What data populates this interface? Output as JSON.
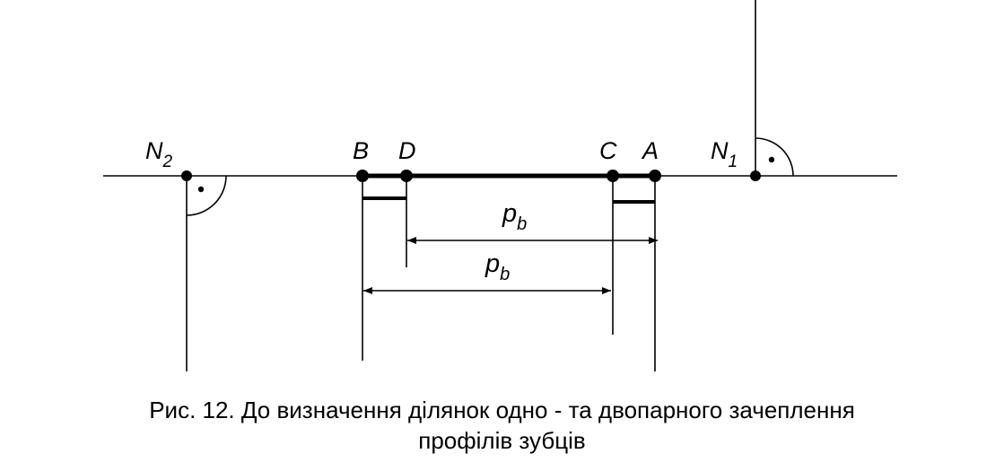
{
  "labels": {
    "n2": "N",
    "n2_sub": "2",
    "b": "B",
    "d": "D",
    "c": "C",
    "a": "A",
    "n1": "N",
    "n1_sub": "1",
    "pb_upper": "p",
    "pb_upper_sub": "b",
    "pb_lower": "p",
    "pb_lower_sub": "b"
  },
  "caption": {
    "line1": "Рис. 12. До визначення ділянок одно - та двопарного зачеплення",
    "line2": "профілів зубців"
  },
  "colors": {
    "ink": "#000000",
    "background": "#ffffff"
  }
}
